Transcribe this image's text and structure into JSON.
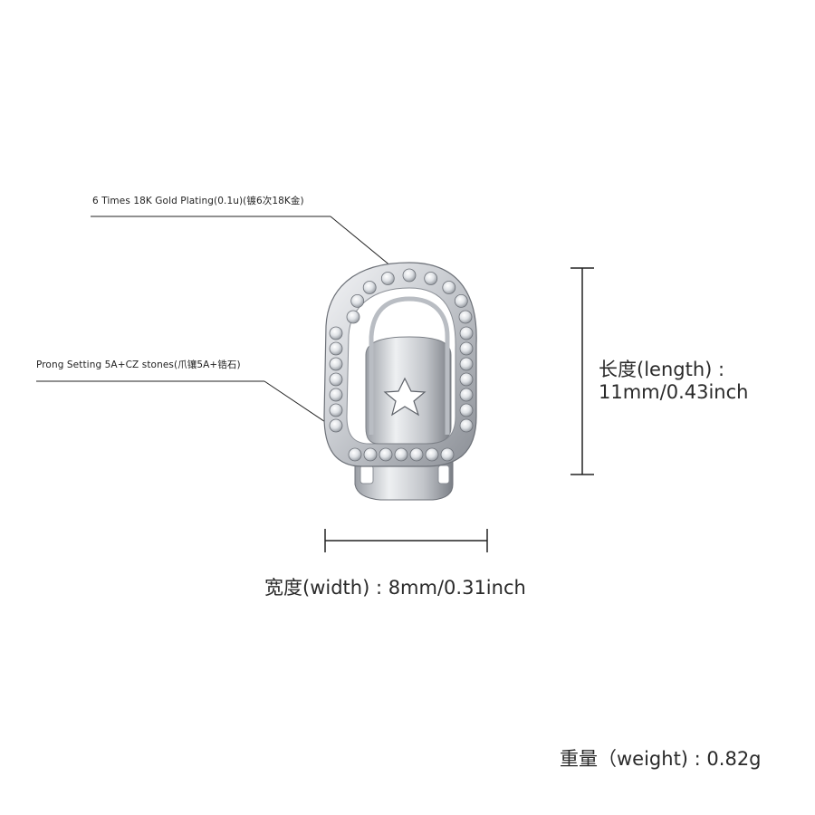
{
  "annotations": {
    "plating": "6 Times  18K  Gold  Plating(0.1u)(镀6次18K金)",
    "stones": "Prong Setting 5A+CZ stones(爪镶5A+锆石)"
  },
  "dimensions": {
    "length_label": "长度(length) :",
    "length_value": "11mm/0.43inch",
    "width_label": "宽度(width) : 8mm/0.31inch",
    "weight_label": "重量（weight) : 0.82g"
  },
  "colors": {
    "metal": "#c9ccd1",
    "metal_shadow": "#7d8188",
    "text": "#222222"
  },
  "icons": {
    "product": "grillz-tooth-cap-icon",
    "cutout": "star-icon"
  }
}
